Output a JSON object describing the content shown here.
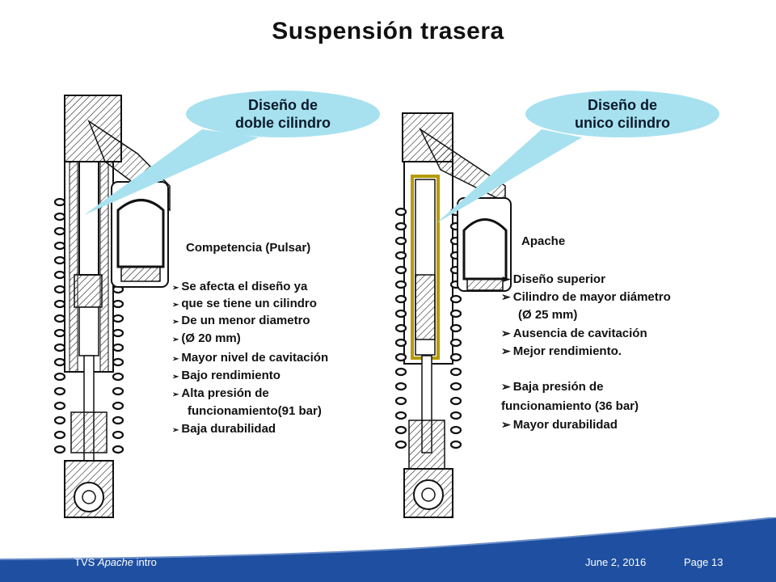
{
  "slide": {
    "title": "Suspensión trasera",
    "callout_left": {
      "line1": "Diseño de",
      "line2": "doble cilindro"
    },
    "callout_right": {
      "line1": "Diseño de",
      "line2": "unico cilindro"
    },
    "left_text": {
      "heading": "Competencia (Pulsar)",
      "items": [
        "Se afecta el diseño ya",
        "que se tiene un cilindro",
        "De un menor diametro",
        "(Ø 20 mm)",
        "Mayor nivel de cavitación",
        "Bajo rendimiento",
        "Alta presión de",
        "funcionamiento(91 bar)",
        "Baja durabilidad"
      ]
    },
    "right_text": {
      "heading": "Apache",
      "items": [
        "Diseño superior",
        "Cilindro de mayor diámetro",
        "(Ø 25 mm)",
        "Ausencia de cavitación",
        "Mejor rendimiento.",
        "Baja presión de",
        "funcionamiento (36 bar)",
        "Mayor durabilidad"
      ]
    }
  },
  "footer": {
    "left_prefix": "TVS ",
    "left_italic": "Apache",
    "left_suffix": " intro",
    "date": "June 2, 2016",
    "page": "Page 13"
  },
  "colors": {
    "footer_blue": "#1f4fa0",
    "callout": "#a7e1ef"
  }
}
